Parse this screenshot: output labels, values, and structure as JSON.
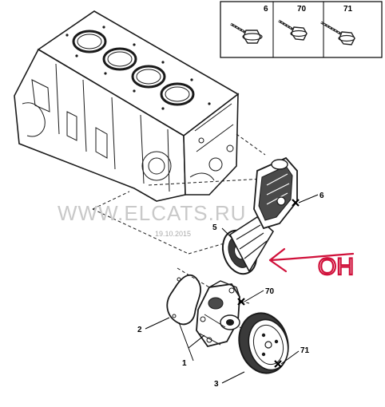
{
  "fastener_legend": [
    {
      "ref": "6"
    },
    {
      "ref": "70"
    },
    {
      "ref": "71"
    }
  ],
  "callouts": [
    {
      "ref": "1"
    },
    {
      "ref": "2"
    },
    {
      "ref": "3"
    },
    {
      "ref": "5"
    },
    {
      "ref": "6"
    },
    {
      "ref": "70"
    },
    {
      "ref": "71"
    }
  ],
  "watermark": {
    "site": "WWW.ELCATS.RU",
    "date": "19.10.2015"
  },
  "annotation": {
    "handwritten_text": "OH",
    "color": "#d0103a"
  },
  "colors": {
    "line": "#1a1a1a",
    "part_dark": "#3a3a3a",
    "watermark": "#c9c9c9"
  }
}
